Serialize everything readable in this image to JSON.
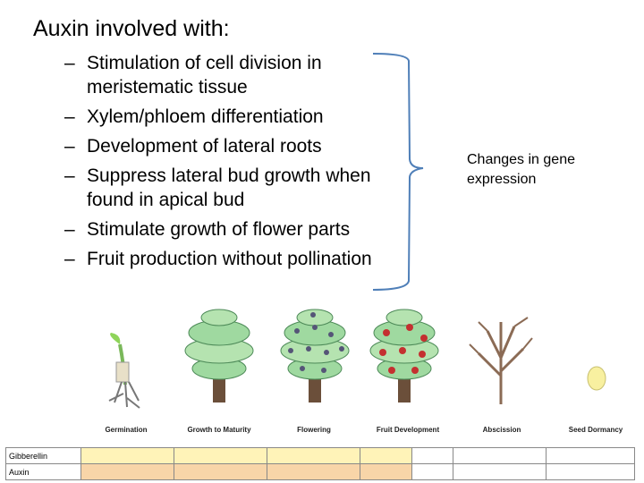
{
  "title": "Auxin involved with:",
  "bullets": [
    "Stimulation of cell division in meristematic tissue",
    "Xylem/phloem differentiation",
    "Development of lateral roots",
    "Suppress lateral bud growth when found in apical bud",
    "Stimulate growth of flower parts",
    "Fruit production without pollination"
  ],
  "bullet_marker": "–",
  "brace_note": "Changes in gene expression",
  "stages": [
    "Germination",
    "Growth to Maturity",
    "Flowering",
    "Fruit Development",
    "Abscission",
    "Seed Dormancy"
  ],
  "hormone_table": {
    "rows": [
      {
        "name": "Gibberellin",
        "color": "#fff3b8",
        "active_stages": [
          "Germination",
          "Growth to Maturity",
          "Flowering",
          "Fruit Development"
        ]
      },
      {
        "name": "Auxin",
        "color": "#f8d5a8",
        "active_stages": [
          "Germination",
          "Growth to Maturity",
          "Flowering",
          "Fruit Development"
        ]
      }
    ]
  },
  "colors": {
    "brace": "#4f7fb8",
    "tree_leaf": "#9fd9a0",
    "tree_leaf_dark": "#5aa06a",
    "trunk": "#6b4f3a",
    "flower": "#555577",
    "fruit": "#c43030",
    "seed": "#f8f0a0"
  }
}
